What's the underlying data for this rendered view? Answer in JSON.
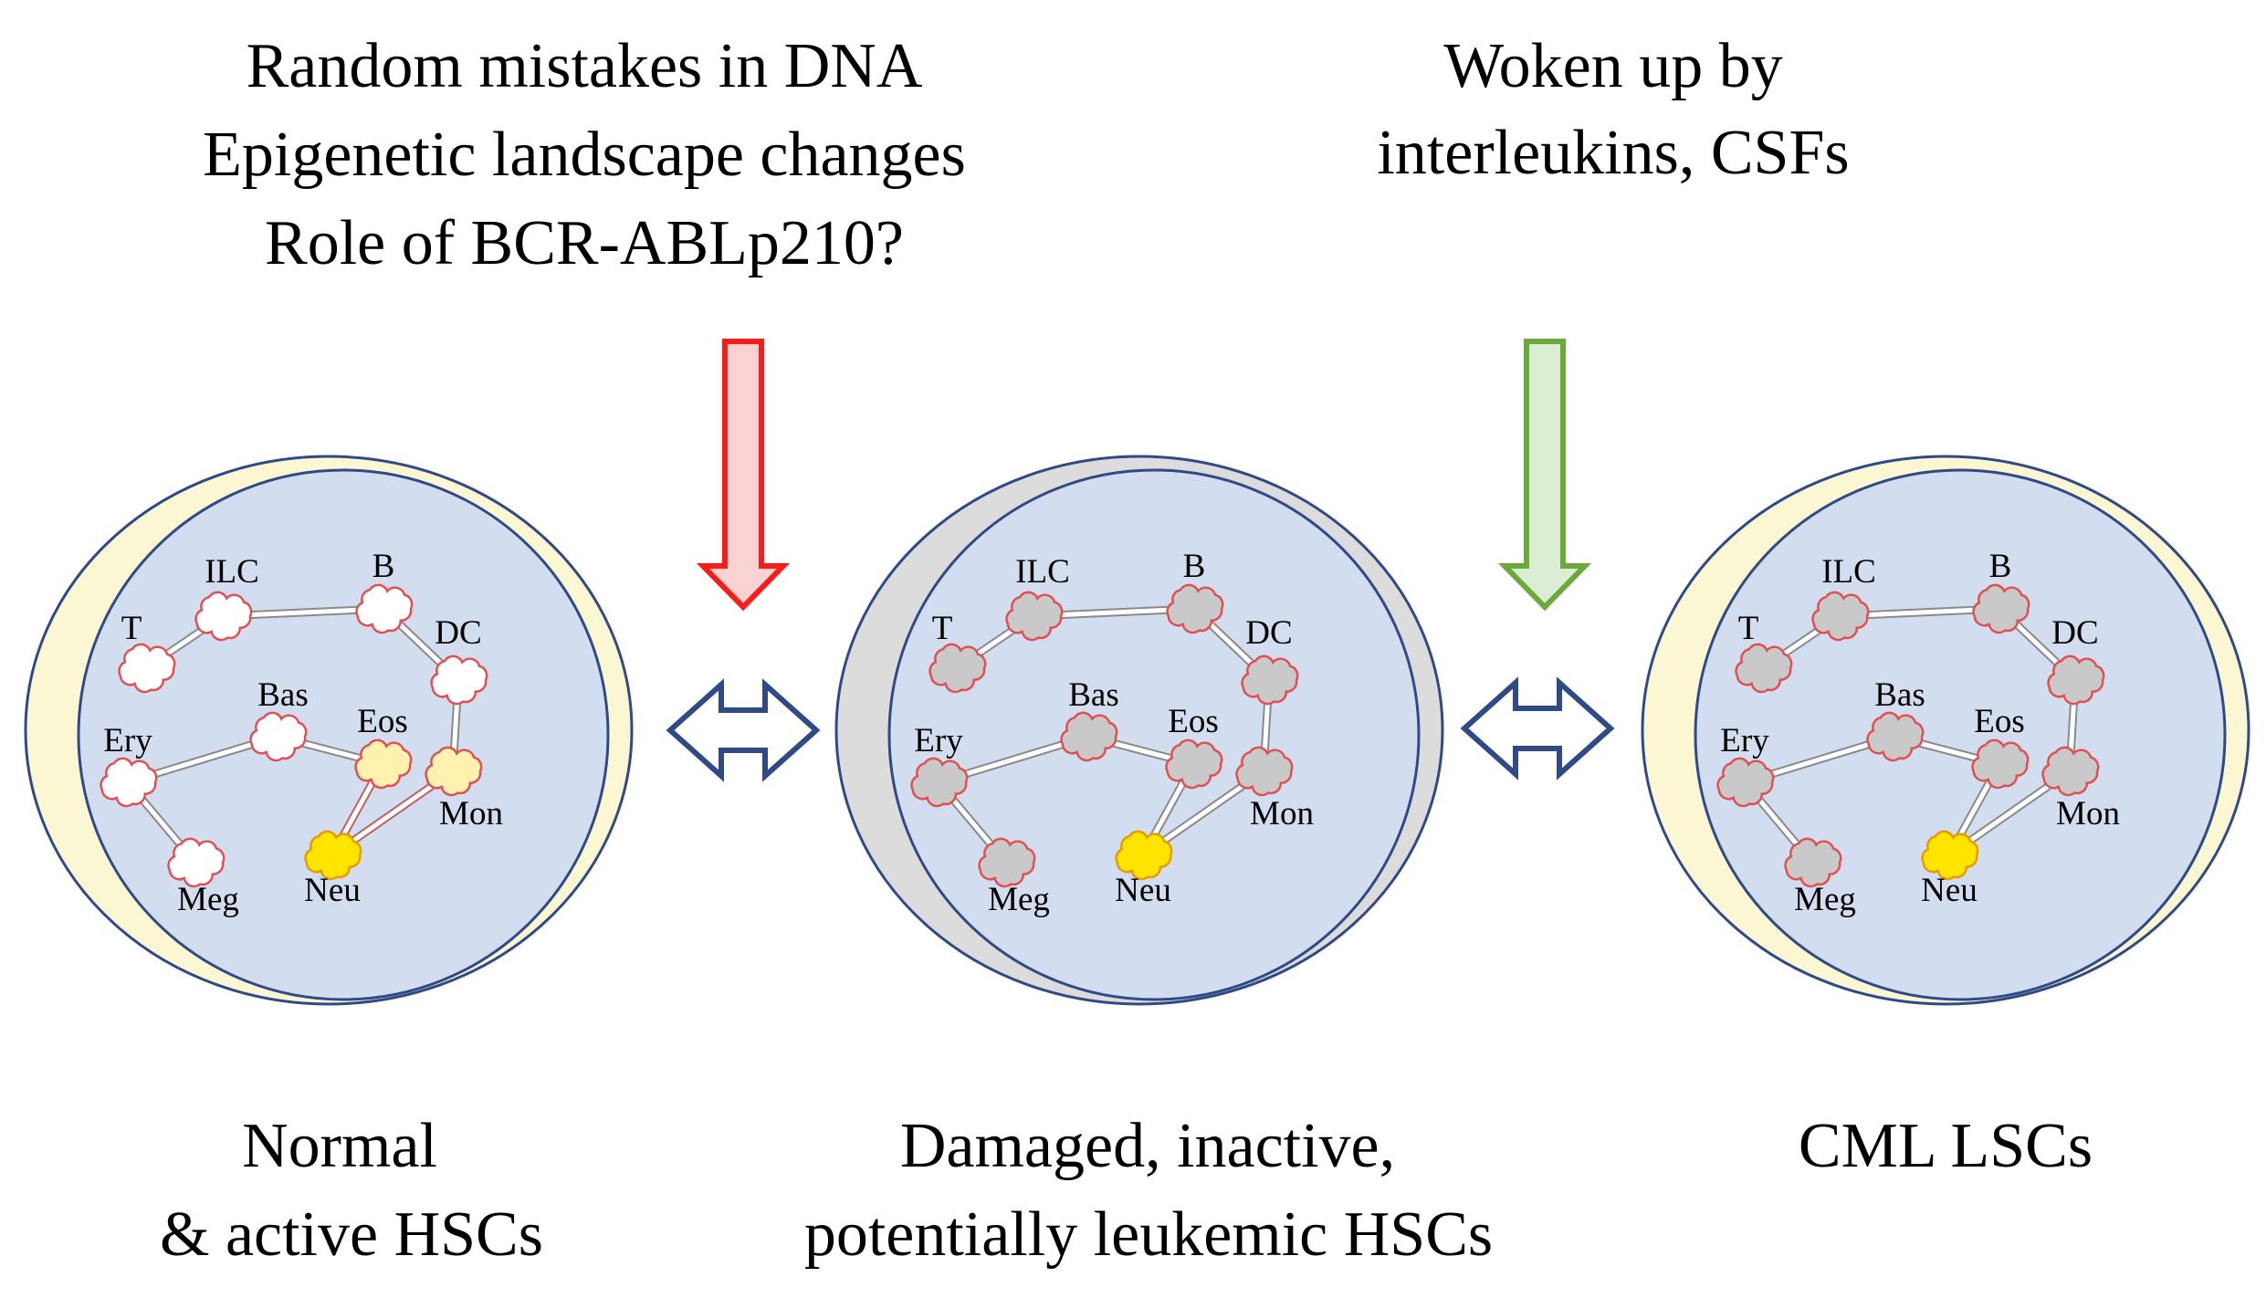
{
  "top_left_lines": [
    "Random mistakes in DNA",
    "Epigenetic landscape changes",
    "Role of BCR-ABLp210?"
  ],
  "top_right_lines": [
    "Woken up by",
    "interleukins, CSFs"
  ],
  "cells": [
    {
      "label_lines": [
        "Normal",
        "& active HSCs"
      ],
      "outer_fill": "#fbf7d2",
      "node_fill": "#ffffff",
      "lineage": [
        "T",
        "ILC",
        "B",
        "DC",
        "Bas",
        "Eos",
        "Ery",
        "Mon",
        "Meg",
        "Neu"
      ]
    },
    {
      "label_lines": [
        "Damaged, inactive,",
        "potentially leukemic HSCs"
      ],
      "outer_fill": "#dcdcdc",
      "node_fill": "#c9c9c9",
      "lineage": [
        "T",
        "ILC",
        "B",
        "DC",
        "Bas",
        "Eos",
        "Ery",
        "Mon",
        "Meg",
        "Neu"
      ]
    },
    {
      "label_lines": [
        "CML LSCs"
      ],
      "outer_fill": "#fbf7d2",
      "node_fill": "#c9c9c9",
      "lineage": [
        "T",
        "ILC",
        "B",
        "DC",
        "Bas",
        "Eos",
        "Ery",
        "Mon",
        "Meg",
        "Neu"
      ]
    }
  ],
  "colors": {
    "inner_circle": "#d3ddf0",
    "outline": "#2f4a86",
    "red_arrow_fill": "#f9d3d3",
    "red_arrow_stroke": "#ff1a1a",
    "green_arrow_fill": "#dbeed3",
    "green_arrow_stroke": "#6aaa3a",
    "double_arrow_stroke": "#2f4a86",
    "neu_fill": "#ffe400",
    "neu_stroke": "#e69b00",
    "node_outline": "#e05050"
  },
  "icons": {
    "down_arrow_red": "down-arrow-icon",
    "down_arrow_green": "down-arrow-icon",
    "double_arrow": "left-right-arrow-icon"
  }
}
